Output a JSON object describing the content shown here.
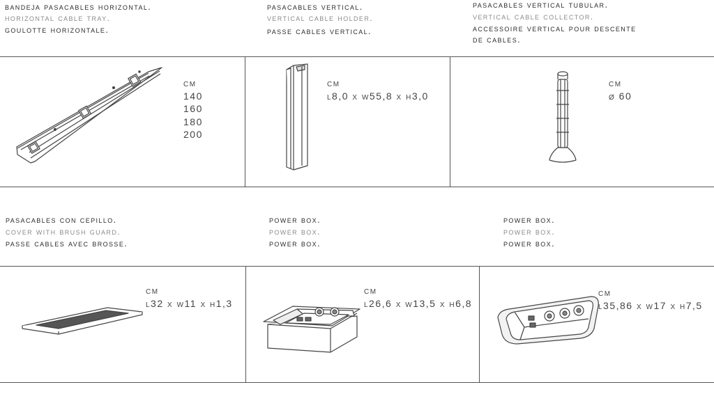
{
  "row1": {
    "col1": {
      "es": "bandeja pasacables horizontal.",
      "en": "Horizontal cable tray.",
      "fr": "Goulotte horizontale.",
      "unit": "cm",
      "sizes": [
        "140",
        "160",
        "180",
        "200"
      ]
    },
    "col2": {
      "es": "pasacables vertical.",
      "en": "Vertical cable holder.",
      "fr": "passe cables vertical.",
      "unit": "cm",
      "dims": "L8,0 x W55,8 x H3,0"
    },
    "col3": {
      "es": "pasacables vertical tubular.",
      "en": "Vertical cable collector.",
      "fr1": "accessoire vertical pour descente",
      "fr2": "de cables.",
      "unit": "cm",
      "dims": "Ø 60"
    }
  },
  "row2": {
    "col1": {
      "es": "pasacables con cepillo.",
      "en": "cover with brush guard.",
      "fr": "passe cables avec brosse.",
      "unit": "cm",
      "dims": "L32 x W11 x H1,3"
    },
    "col2": {
      "es": "power box.",
      "en": "power box.",
      "fr": "power box.",
      "unit": "cm",
      "dims": "L26,6 x W13,5 x H6,8"
    },
    "col3": {
      "es": "power box.",
      "en": "power box.",
      "fr": "power box.",
      "unit": "cm",
      "dims": "L35,86 x W17 x H7,5"
    }
  }
}
